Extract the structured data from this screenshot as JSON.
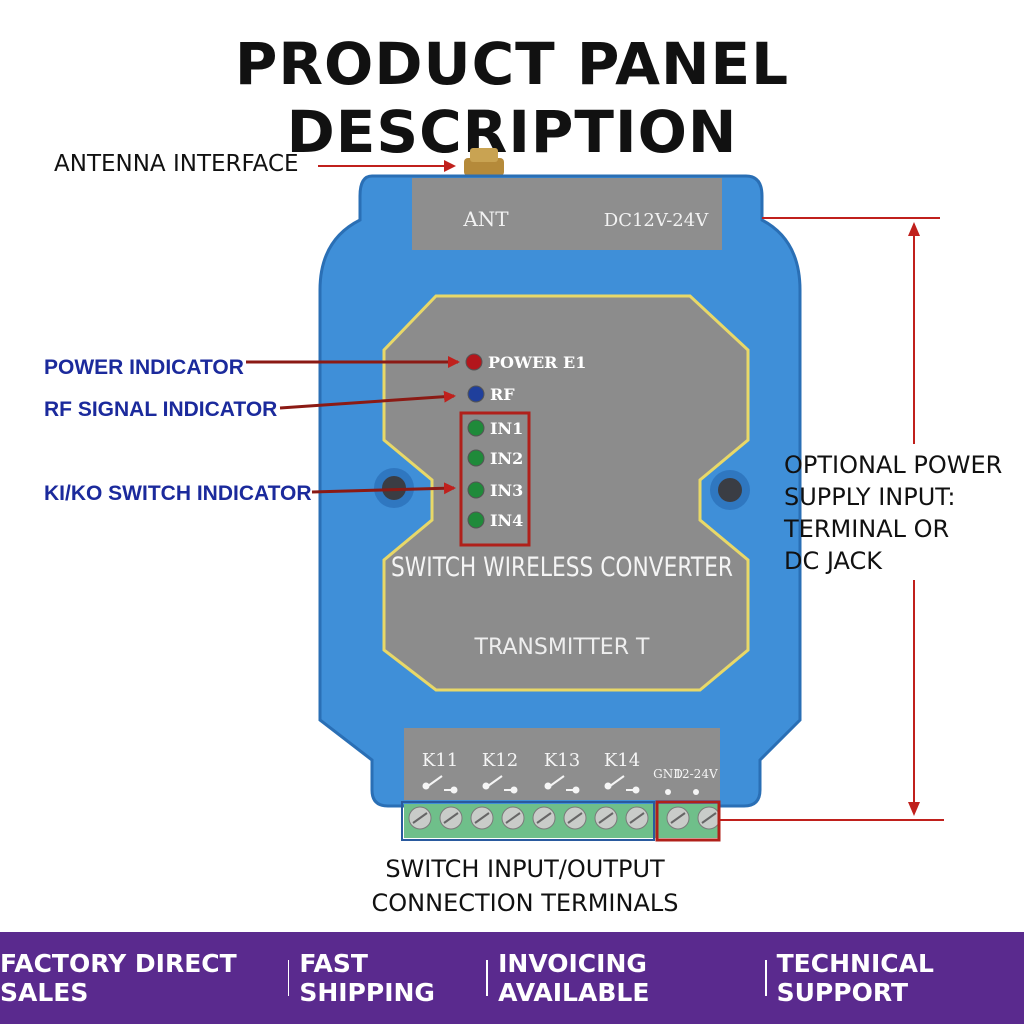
{
  "title": "PRODUCT PANEL DESCRIPTION",
  "device": {
    "top_left_label": "ANT",
    "top_right_label": "DC12V-24V",
    "leds": [
      {
        "label": "POWER E1",
        "color": "#b3161c"
      },
      {
        "label": "RF",
        "color": "#1f3f9c"
      },
      {
        "label": "IN1",
        "color": "#1f8a3a"
      },
      {
        "label": "IN2",
        "color": "#1f8a3a"
      },
      {
        "label": "IN3",
        "color": "#1f8a3a"
      },
      {
        "label": "IN4",
        "color": "#1f8a3a"
      }
    ],
    "name": "SWITCH WIRELESS CONVERTER",
    "model": "TRANSMITTER T",
    "terminal_labels": [
      "K11",
      "K12",
      "K13",
      "K14",
      "GND",
      "12-24V"
    ]
  },
  "callouts": {
    "antenna": "ANTENNA INTERFACE",
    "power_indicator": "POWER INDICATOR",
    "rf_indicator": "RF SIGNAL INDICATOR",
    "switch_indicator": "KI/KO SWITCH INDICATOR",
    "power_input": [
      "OPTIONAL POWER",
      "SUPPLY INPUT:",
      "TERMINAL OR",
      "DC JACK"
    ],
    "terminals": [
      "SWITCH INPUT/OUTPUT",
      "CONNECTION TERMINALS"
    ]
  },
  "footer": [
    "FACTORY DIRECT SALES",
    "FAST SHIPPING",
    "INVOICING AVAILABLE",
    "TECHNICAL SUPPORT"
  ],
  "colors": {
    "device_blue": "#3f8fd8",
    "panel_gray": "#8e8e8e",
    "outline_yellow": "#e8d868",
    "arrow_red": "#c0201c",
    "highlight_red": "#b0201a",
    "footer_purple": "#5a2a8e"
  }
}
